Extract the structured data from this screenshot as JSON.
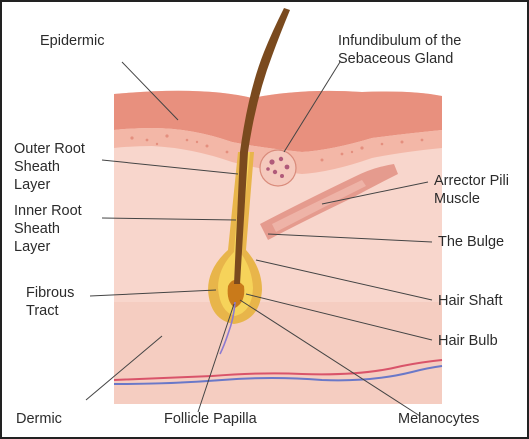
{
  "labels": {
    "epidermic": "Epidermic",
    "infundibulum": "Infundibulum of the\nSebaceous Gland",
    "outer_root_sheath": "Outer Root\nSheath\nLayer",
    "arrector_pili": "Arrector Pili\nMuscle",
    "inner_root_sheath": "Inner Root\nSheath\nLayer",
    "bulge": "The Bulge",
    "fibrous_tract": "Fibrous\nTract",
    "hair_shaft": "Hair Shaft",
    "hair_bulb": "Hair Bulb",
    "dermic": "Dermic",
    "follicle_papilla": "Follicle Papilla",
    "melanocytes": "Melanocytes"
  },
  "colors": {
    "epidermis": "#e8907e",
    "epidermis_light": "#f3b7a7",
    "dermis": "#f8d6cc",
    "dermis_dark": "#f1c0b2",
    "hair": "#7a4a1e",
    "follicle": "#e0a020",
    "follicle_light": "#f6d35a",
    "muscle": "#e59b8e",
    "vessel_red": "#d9546a",
    "vessel_blue": "#6a78c8",
    "leader_line": "#444444",
    "text": "#2b2b2b",
    "border": "#222222"
  }
}
